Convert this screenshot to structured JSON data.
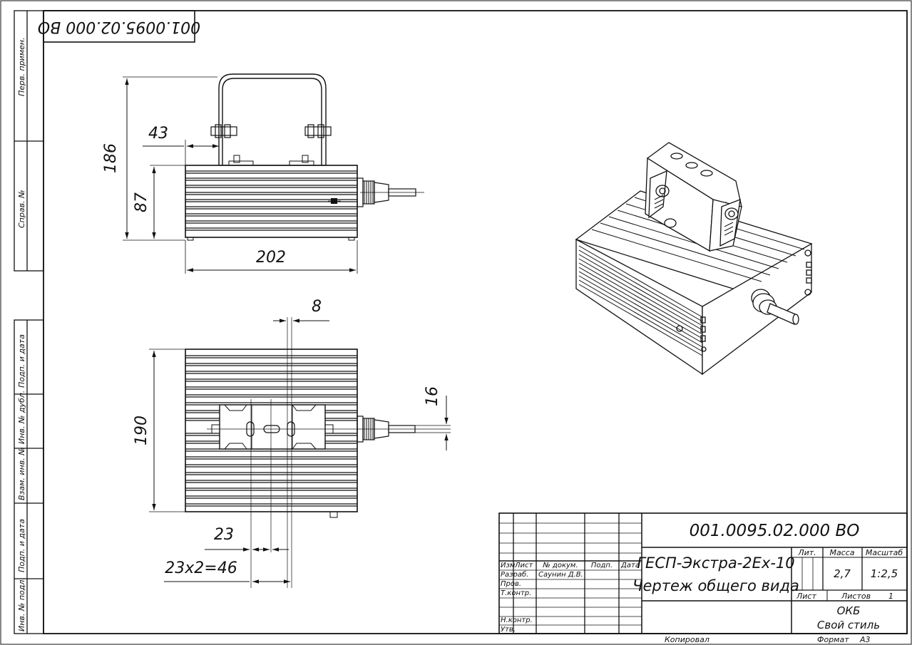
{
  "stamp_code_rotated": "001.0095.02.000 ВО",
  "side_stamp": {
    "perv_primen": "Перв. примен.",
    "sprav_no": "Справ. №",
    "podp_i_data_1": "Подп. и дата",
    "inv_dubl": "Инв. № дубл.",
    "vzam_inv": "Взам. инв. №",
    "podp_i_data_2": "Подп. и дата",
    "inv_podl": "Инв. № подл."
  },
  "dimensions": {
    "height_total": "186",
    "height_body": "87",
    "width_body": "202",
    "bracket_offset": "43",
    "slot_width": "8",
    "depth": "190",
    "gland_offset": "16",
    "slot_pitch": "23",
    "slot_span": "23x2=46"
  },
  "title_block": {
    "doc_code": "001.0095.02.000 ВО",
    "name_line1": "ГЕСП-Экстра-2Ex-10",
    "name_line2": "Чертеж общего вида",
    "col_izm": "Изм",
    "col_list": "Лист",
    "col_docum": "№ докум.",
    "col_podp": "Подп.",
    "col_data": "Дата",
    "row_razrab": "Разраб.",
    "razrab_name": "Саунин Д.В.",
    "row_prov": "Пров.",
    "row_tkontr": "Т.контр.",
    "row_nkontr": "Н.контр.",
    "row_utv": "Утв.",
    "lit_label": "Лит.",
    "massa_label": "Масса",
    "masshtab_label": "Масштаб",
    "massa_value": "2,7",
    "masshtab_value": "1:2,5",
    "list_label": "Лист",
    "listov_label": "Листов",
    "listov_value": "1",
    "org_line1": "ОКБ",
    "org_line2": "Свой стиль",
    "kopiroval": "Копировал",
    "format": "Формат",
    "format_value": "А3"
  }
}
